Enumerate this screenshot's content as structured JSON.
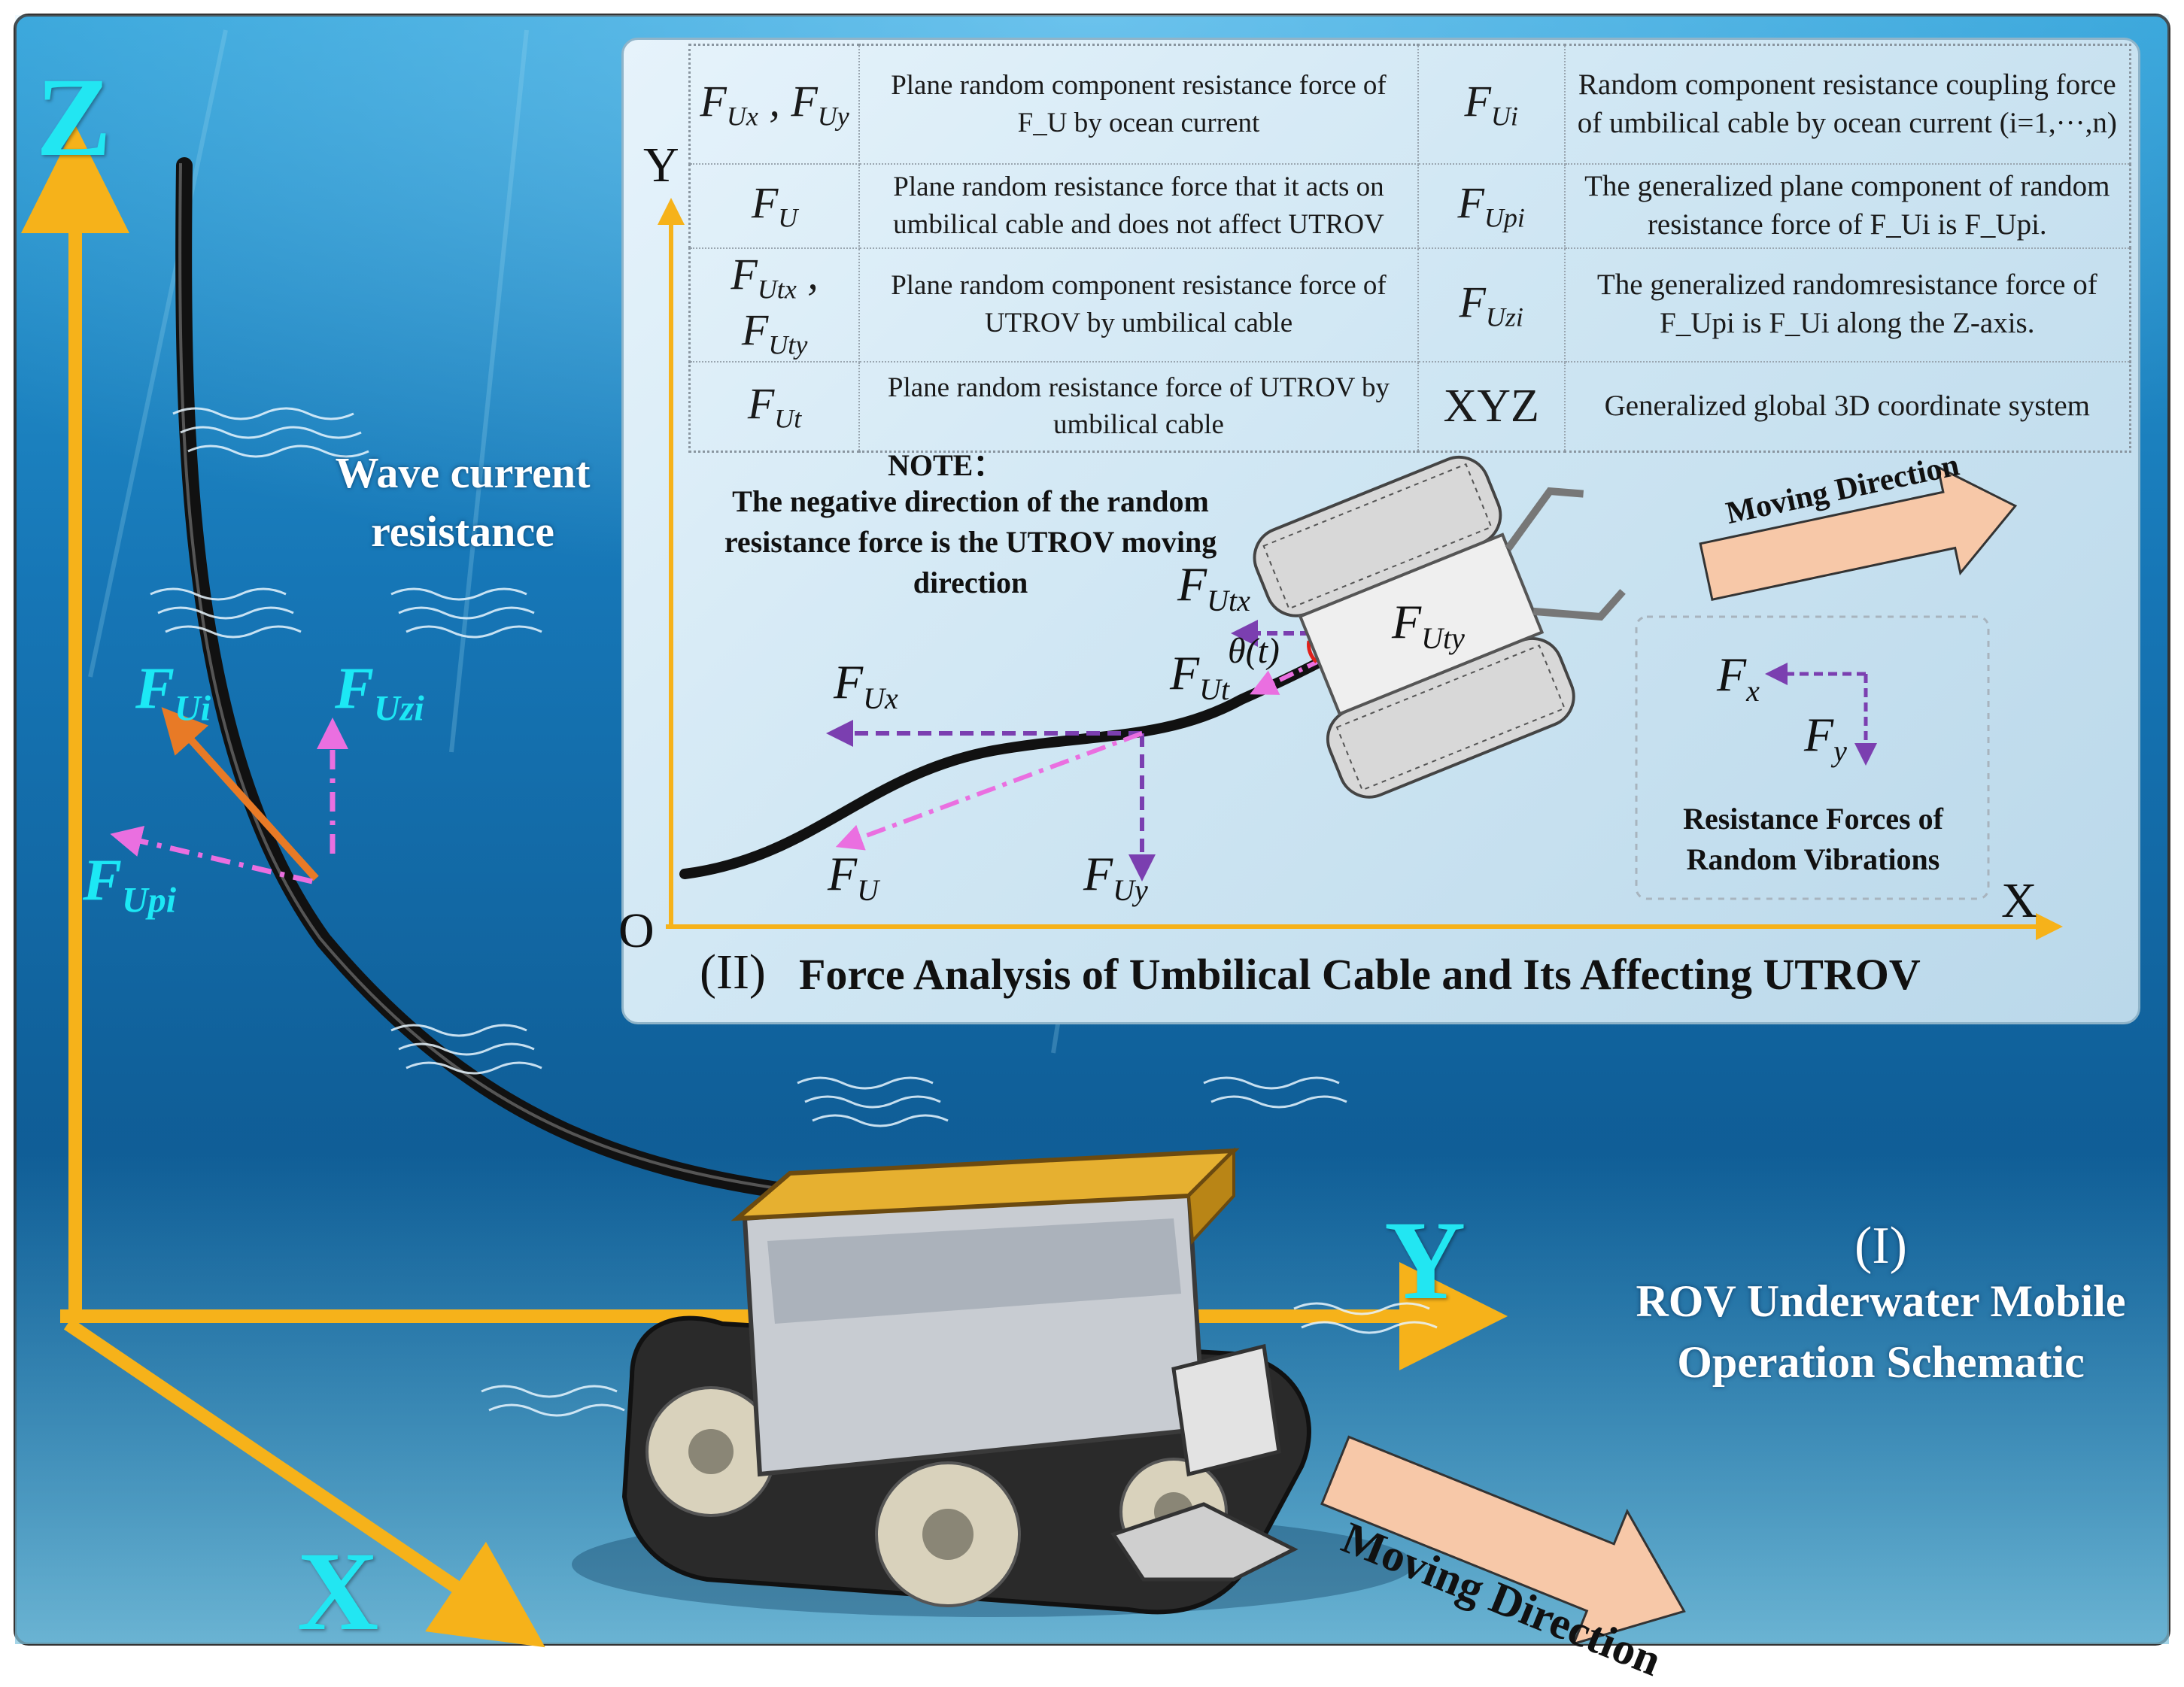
{
  "colors": {
    "axis": "#f6b21a",
    "label_cyan": "#22e6f2",
    "cable": "#141414",
    "force_purple": "#7b3fb0",
    "force_pink": "#ea6fe0",
    "force_orange": "#e87a26",
    "moving_arrow_fill": "#f7c8a8",
    "panel_bg": "#dcedf7"
  },
  "scene": {
    "axes": {
      "z": "Z",
      "y": "Y",
      "x": "X"
    },
    "wave_label": "Wave current resistance",
    "forces": {
      "f_ui": {
        "sym": "F",
        "sub": "Ui"
      },
      "f_uzi": {
        "sym": "F",
        "sub": "Uzi"
      },
      "f_upi": {
        "sym": "F",
        "sub": "Upi"
      }
    },
    "section_number": "(I)",
    "section_title": "ROV Underwater Mobile Operation Schematic",
    "moving_direction": "Moving Direction"
  },
  "panel": {
    "table": [
      {
        "sym_html": "F<sub>Ux</sub> , F<sub>Uy</sub>",
        "desc": "Plane random component resistance force of F_U by ocean current",
        "sym2_html": "F<sub>Ui</sub>",
        "desc2": "Random component resistance coupling force of umbilical cable by ocean current (i=1,···,n)"
      },
      {
        "sym_html": "F<sub>U</sub>",
        "desc": "Plane random resistance force that it acts on umbilical cable and does not affect UTROV",
        "sym2_html": "F<sub>Upi</sub>",
        "desc2": "The generalized plane component of random resistance force of F_Ui is F_Upi."
      },
      {
        "sym_html": "F<sub>Utx</sub> , F<sub>Uty</sub>",
        "desc": "Plane random component resistance force of UTROV by umbilical cable",
        "sym2_html": "F<sub>Uzi</sub>",
        "desc2": "The generalized randomresistance force of F_Upi is F_Ui along the Z-axis."
      },
      {
        "sym_html": "F<sub>Ut</sub>",
        "desc": "Plane random resistance force of UTROV by umbilical cable",
        "sym2_html": "XYZ",
        "desc2": "Generalized global 3D coordinate system"
      }
    ],
    "axis_y": "Y",
    "axis_x": "X",
    "origin": "O",
    "note_title": "NOTE：",
    "note_body": "The negative direction of the random resistance force is the UTROV moving direction",
    "theta": "θ(t)",
    "moving_direction": "Moving Direction",
    "legend": {
      "fx": {
        "sym": "F",
        "sub": "x"
      },
      "fy": {
        "sym": "F",
        "sub": "y"
      },
      "caption": "Resistance Forces of Random Vibrations"
    },
    "forces": {
      "f_ux": {
        "sym": "F",
        "sub": "Ux"
      },
      "f_u": {
        "sym": "F",
        "sub": "U"
      },
      "f_uy": {
        "sym": "F",
        "sub": "Uy"
      },
      "f_utx": {
        "sym": "F",
        "sub": "Utx"
      },
      "f_ut": {
        "sym": "F",
        "sub": "Ut"
      },
      "f_uty": {
        "sym": "F",
        "sub": "Uty"
      }
    },
    "section_number": "(II)",
    "section_title": "Force Analysis of Umbilical Cable and Its Affecting UTROV"
  }
}
